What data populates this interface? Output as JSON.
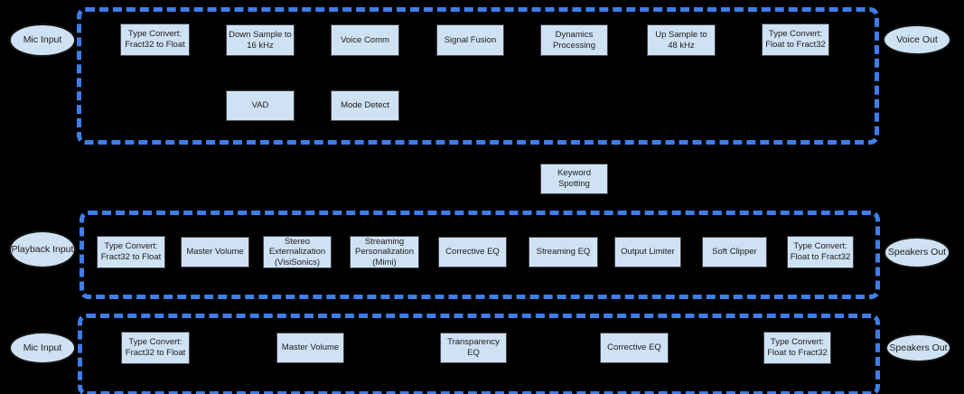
{
  "colors": {
    "background": "#000000",
    "dashed_group_border": "#3f7de8",
    "node_fill": "#cfe2f3",
    "node_border": "#43454a",
    "node_text": "#1c1c1c"
  },
  "voice_pipeline": {
    "input_label": "Mic Input",
    "output_label": "Voice Out",
    "row1": [
      "Type Convert: Fract32 to Float",
      "Down Sample to 16 kHz",
      "Voice Comm",
      "Signal Fusion",
      "Dynamics Processing",
      "Up Sample to 48 kHz",
      "Type Convert: Float to Fract32"
    ],
    "row2": [
      "VAD",
      "Mode Detect"
    ]
  },
  "keyword_spotting_label": "Keyword Spotting",
  "playback_pipeline": {
    "input_label": "Playback Input",
    "output_label": "Speakers Out",
    "blocks": [
      "Type Convert: Fract32 to Float",
      "Master Volume",
      "Stereo Externalization (VisiSonics)",
      "Streaming Personalization (Mimi)",
      "Corrective EQ",
      "Streaming EQ",
      "Output Limiter",
      "Soft Clipper",
      "Type Convert: Float to Fract32"
    ]
  },
  "transparency_pipeline": {
    "input_label": "Mic Input",
    "output_label": "Speakers Out",
    "blocks": [
      "Type Convert: Fract32 to Float",
      "Master Volume",
      "Transparency EQ",
      "Corrective EQ",
      "Type Convert: Float to Fract32"
    ]
  }
}
